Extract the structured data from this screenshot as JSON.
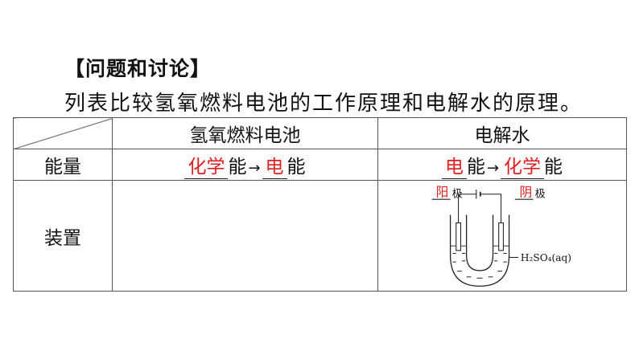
{
  "heading": "【问题和讨论】",
  "question": "列表比较氢氧燃料电池的工作原理和电解水的原理。",
  "table": {
    "col_fuel_cell": "氢氧燃料电池",
    "col_electrolysis": "电解水",
    "row_energy": "能量",
    "row_device": "装置",
    "fuel_cell_energy": {
      "from_answer": "化学",
      "from_suffix": "能",
      "arrow": "→",
      "to_answer": "电",
      "to_suffix": "能"
    },
    "electrolysis_energy": {
      "from_answer": "电",
      "from_suffix": "能",
      "arrow": "→",
      "to_answer": "化学",
      "to_suffix": "能"
    }
  },
  "apparatus": {
    "anode_answer": "阳",
    "cathode_answer": "阴",
    "electrode_suffix": "极",
    "electrolyte": "H₂SO₄(aq)"
  },
  "colors": {
    "answer": "#e02020",
    "border": "#555555"
  }
}
